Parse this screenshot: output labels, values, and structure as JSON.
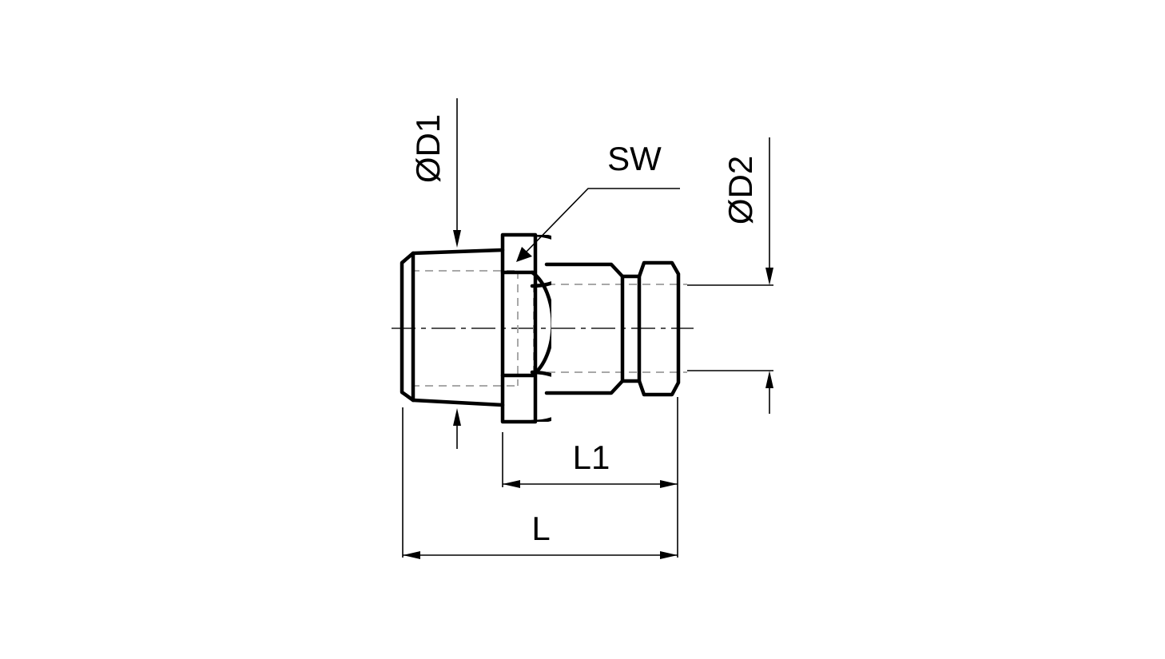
{
  "drawing": {
    "labels": {
      "d1": "ØD1",
      "d2": "ØD2",
      "sw": "SW",
      "l1": "L1",
      "l": "L"
    },
    "colors": {
      "line": "#000000",
      "hidden": "#a8a8a8",
      "background": "#ffffff"
    }
  }
}
